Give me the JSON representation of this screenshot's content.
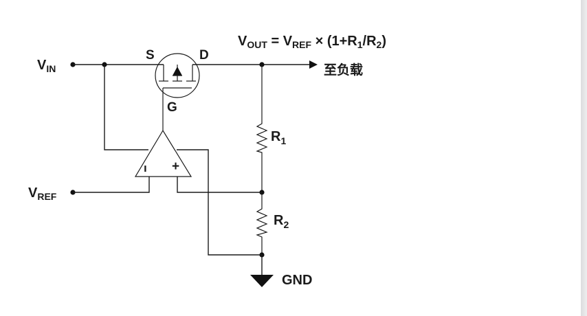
{
  "diagram": {
    "type": "circuit-schematic",
    "title": "Linear regulator (PMOS pass element with error amplifier)",
    "formula": {
      "lhs_main": "V",
      "lhs_sub": "OUT",
      "equals": " = ",
      "ref_main": "V",
      "ref_sub": "REF",
      "times": " × (1+R",
      "r1_sub": "1",
      "slash": "/R",
      "r2_sub": "2",
      "close": ")"
    },
    "nodes": {
      "vin": {
        "main": "V",
        "sub": "IN"
      },
      "vref": {
        "main": "V",
        "sub": "REF"
      },
      "load": {
        "label": "至负载"
      },
      "gnd": {
        "label": "GND"
      }
    },
    "mosfet": {
      "source_label": "S",
      "drain_label": "D",
      "gate_label": "G"
    },
    "opamp": {
      "inverting_label": "ı",
      "noninverting_label": "+"
    },
    "resistors": [
      {
        "main": "R",
        "sub": "1"
      },
      {
        "main": "R",
        "sub": "2"
      }
    ],
    "colors": {
      "ink": "#1a1a1a",
      "background": "#ffffff",
      "edge_strip": "#dcdcde"
    }
  }
}
